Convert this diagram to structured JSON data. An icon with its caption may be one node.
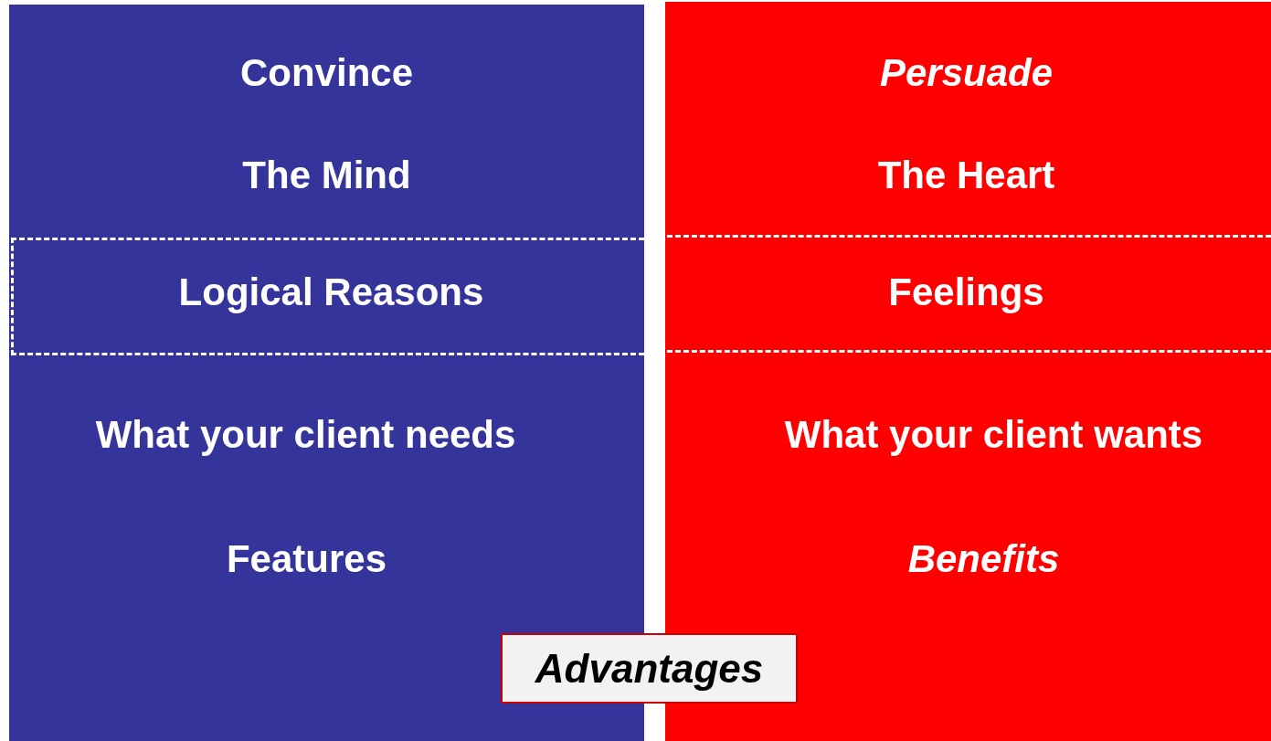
{
  "diagram": {
    "nodes": [
      {
        "text": [
          "Convince",
          "The Mind",
          "Logical Reasons",
          "What your client needs",
          "Features"
        ]
      },
      {
        "text": [
          "Persuade",
          "The Heart",
          "Feelings",
          "What your client wants",
          "Benefits"
        ]
      },
      {
        "text": [
          "Advantages"
        ]
      }
    ]
  }
}
